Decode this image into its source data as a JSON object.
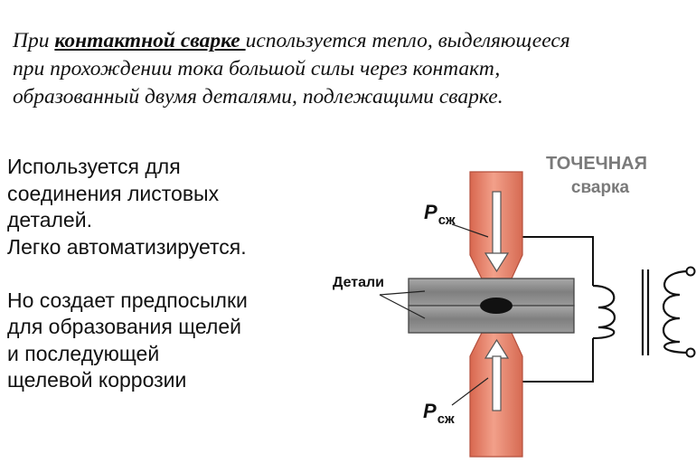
{
  "intro": {
    "prefix": "При ",
    "keyword": "контактной сварке ",
    "rest_line1": "используется тепло, выделяющееся",
    "line2": "при прохождении тока большой силы через контакт,",
    "line3": "образованный двумя деталями, подлежащими сварке."
  },
  "bullets": {
    "line1": "Используется для",
    "line2": "соединения листовых",
    "line3": "деталей.",
    "line4": "Легко автоматизируется.",
    "line5": "Но создает предпосылки",
    "line6": "для образования щелей",
    "line7": "и последующей",
    "line8": "щелевой коррозии"
  },
  "diagram": {
    "title_line1": "ТОЧЕЧНАЯ",
    "title_line2": "сварка",
    "force_symbol": "Р",
    "force_subscript": "сж",
    "parts_label": "Детали",
    "colors": {
      "electrode": "#e8836c",
      "electrode_edge": "#b44f3c",
      "plate": "#8f8f8f",
      "weld_nugget": "#111111",
      "title": "#7a7a7a"
    }
  }
}
